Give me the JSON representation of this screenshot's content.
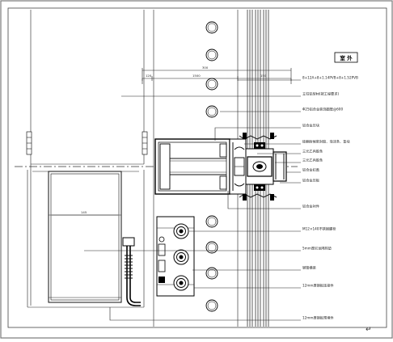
{
  "window": {
    "cursor_glyph": "↵"
  },
  "drawing": {
    "outdoor_tag": "室 外",
    "dimensions": {
      "top_total": "300",
      "top_segments": [
        "120",
        "1500",
        "150"
      ],
      "cavity_depth": "145"
    },
    "callouts": [
      {
        "id": "c1",
        "text": "8+12A+8+1.14PVB+8+1.52PVB"
      },
      {
        "id": "c2",
        "text": "立柱铝型材(按工程要求)"
      },
      {
        "id": "c3",
        "text": "Φ25铝合金装饰圆管@600"
      },
      {
        "id": "c4",
        "text": "铝合金压块"
      },
      {
        "id": "c5",
        "text": "硅酮耐候密封胶、泡沫条、垫块"
      },
      {
        "id": "c6",
        "text": "三元乙丙胶条"
      },
      {
        "id": "c7",
        "text": "三元乙丙胶条"
      },
      {
        "id": "c8",
        "text": "铝合金扣盖"
      },
      {
        "id": "c9",
        "text": "铝合金压板"
      },
      {
        "id": "c10",
        "text": "铝合金衬件"
      },
      {
        "id": "c11",
        "text": "M12×140不锈钢螺栓"
      },
      {
        "id": "c12",
        "text": "5mm厚尼龙隔热垫"
      },
      {
        "id": "c13",
        "text": "钢管横梁"
      },
      {
        "id": "c14",
        "text": "12mm厚钢板连接件"
      },
      {
        "id": "c15",
        "text": "12mm厚钢板预埋件"
      }
    ]
  }
}
